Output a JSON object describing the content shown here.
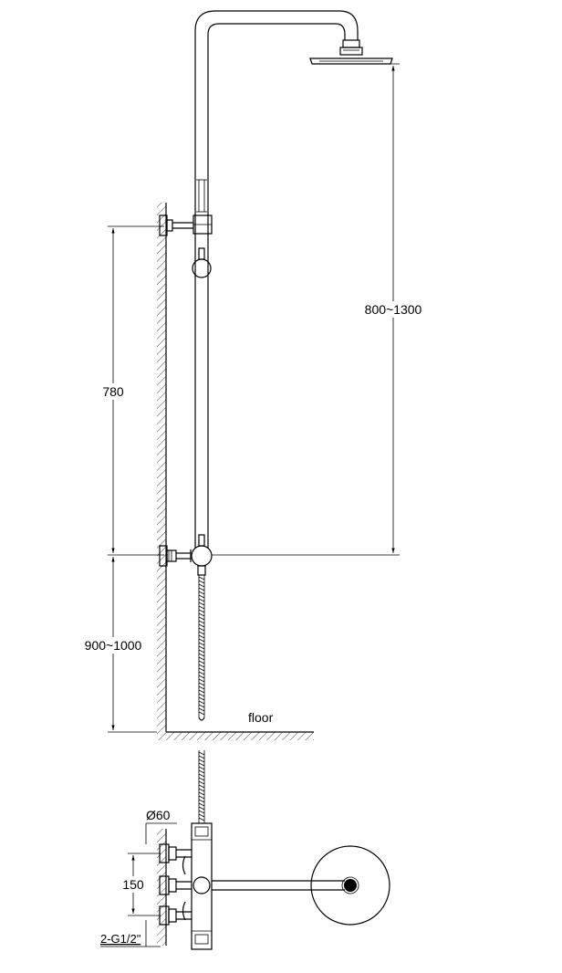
{
  "dimensions": {
    "head_height": "800~1300",
    "upper_span": "780",
    "lower_span": "900~1000",
    "floor_label": "floor",
    "flange_diameter": "Ø60",
    "inlet_spacing": "150",
    "thread_spec": "2-G1/2\""
  },
  "colors": {
    "line": "#000000",
    "background": "#ffffff"
  }
}
